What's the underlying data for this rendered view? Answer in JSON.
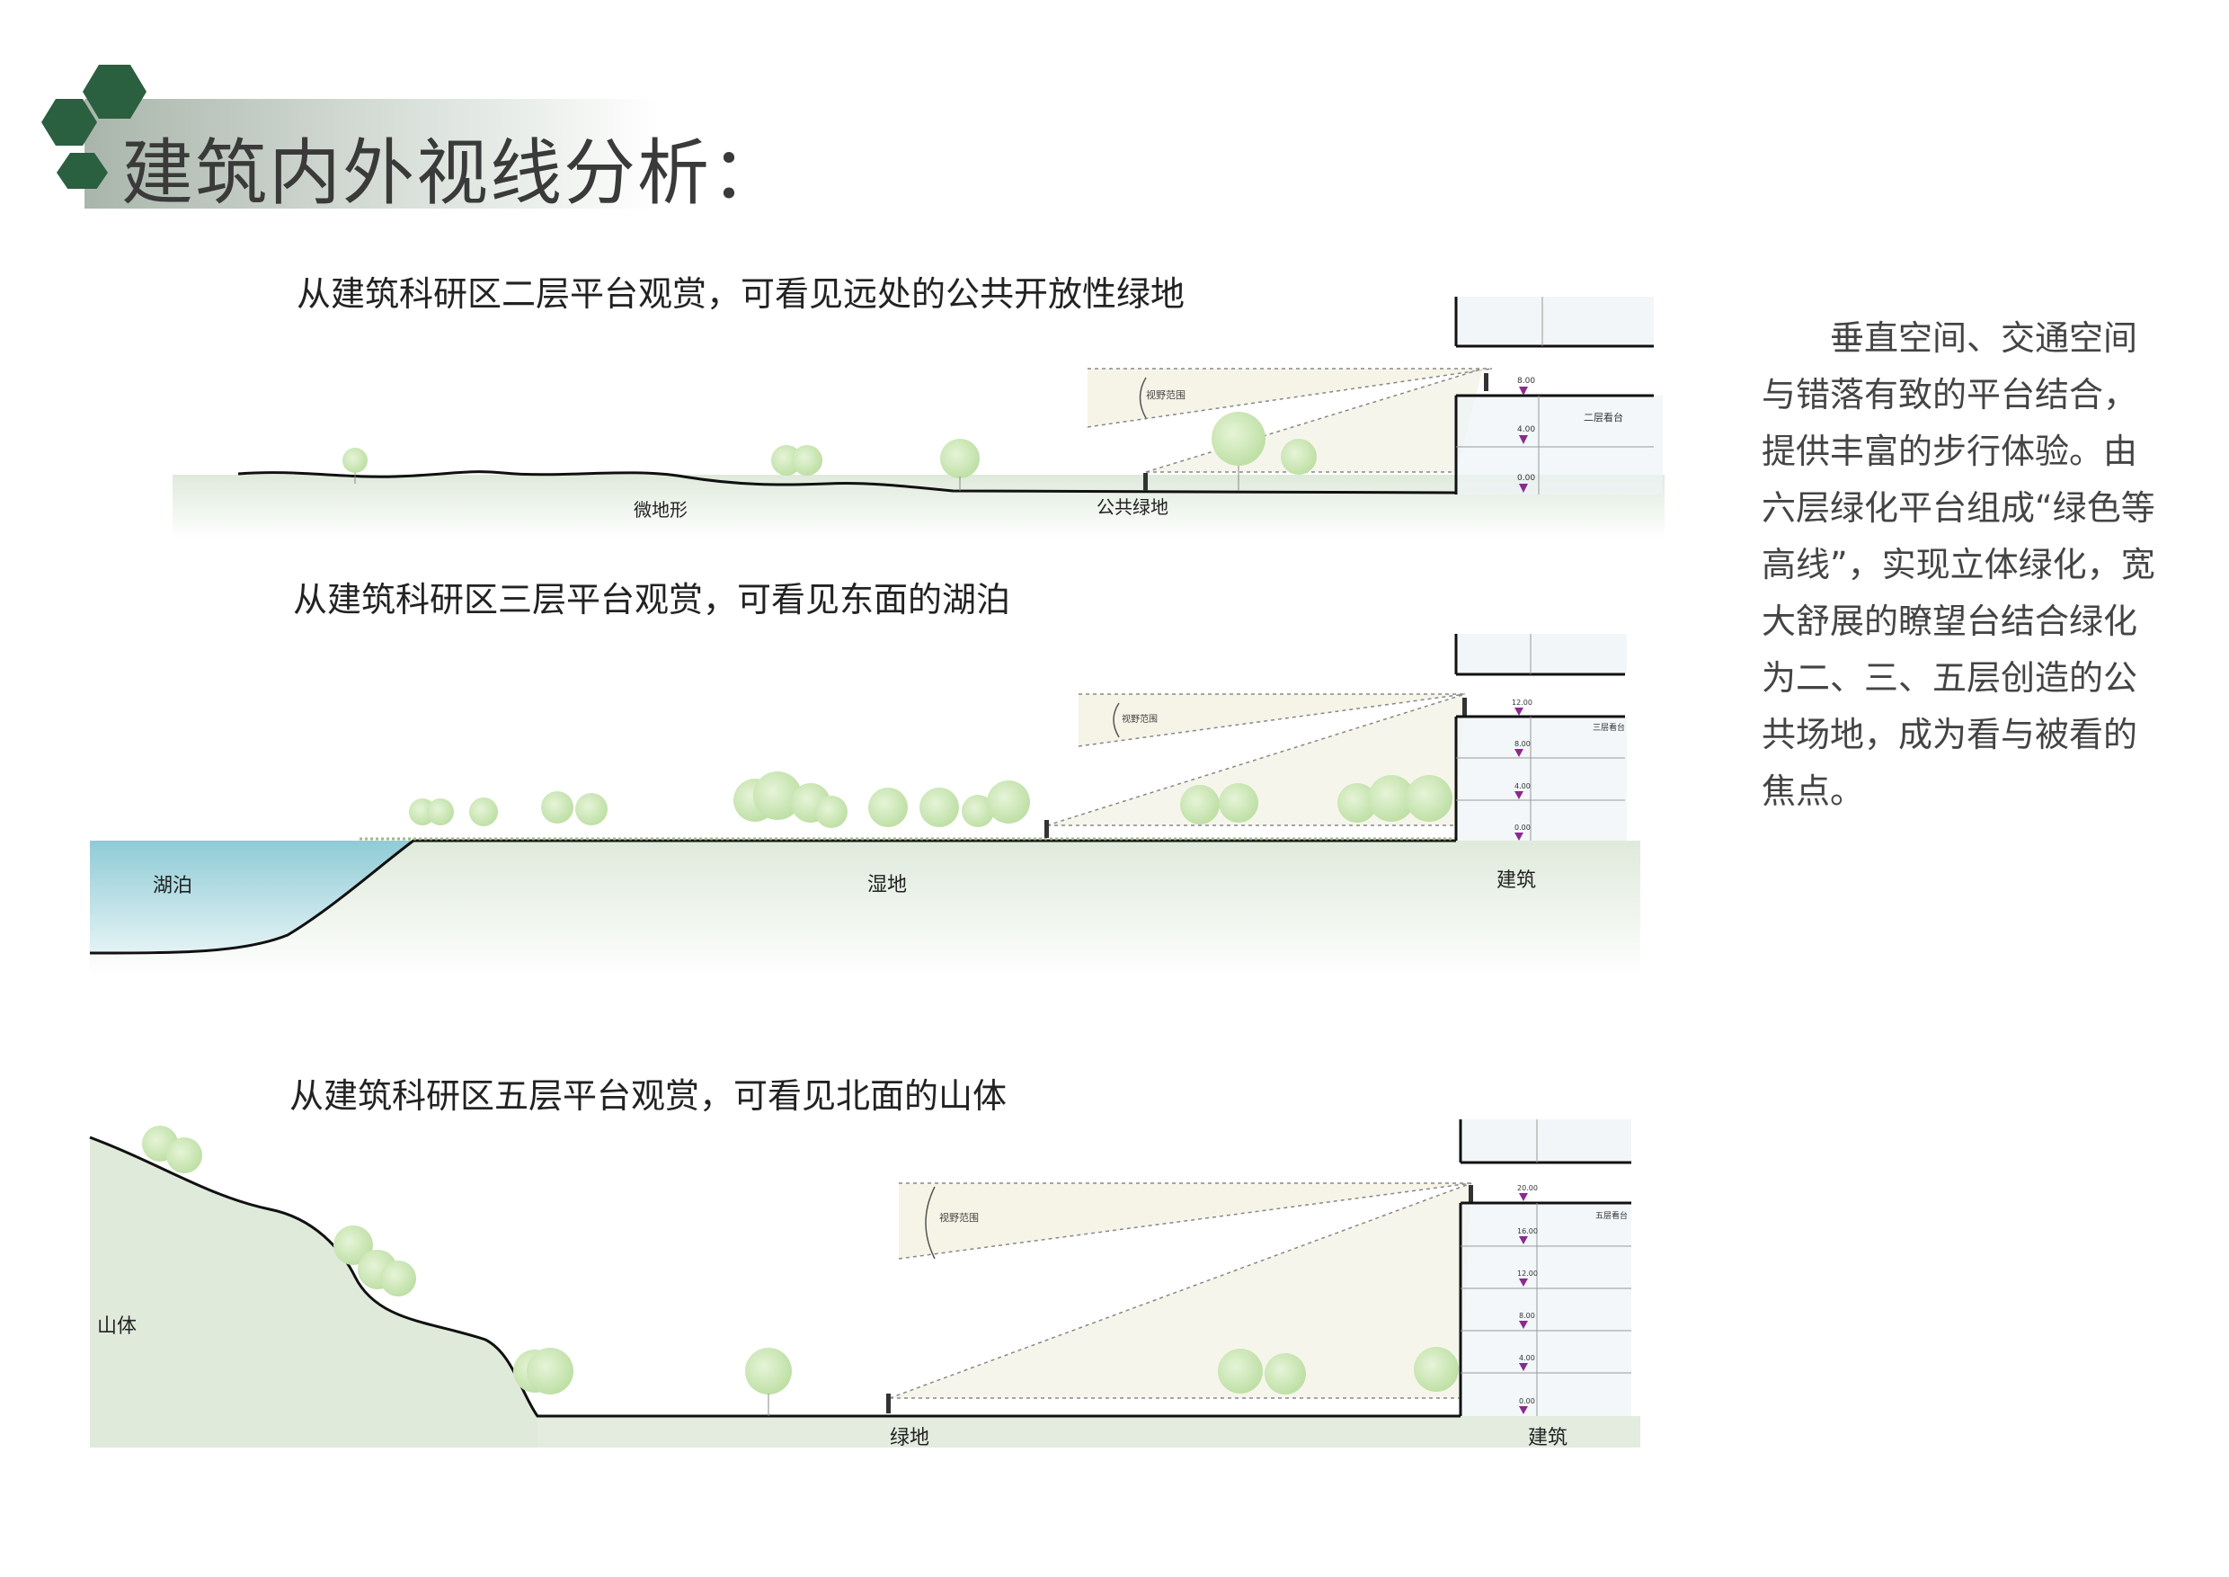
{
  "page": {
    "title": "建筑内外视线分析：",
    "sections": [
      {
        "caption": "从建筑科研区二层平台观赏，可看见远处的公共开放性绿地",
        "labels": [
          "微地形",
          "公共绿地"
        ],
        "view_label": "视野范围",
        "platform_label": "二层看台",
        "elevations": [
          "8.00",
          "4.00",
          "0.00"
        ]
      },
      {
        "caption": "从建筑科研区三层平台观赏，可看见东面的湖泊",
        "labels": [
          "湖泊",
          "湿地",
          "建筑"
        ],
        "view_label": "视野范围",
        "platform_label": "三层看台",
        "elevations": [
          "12.00",
          "8.00",
          "4.00",
          "0.00"
        ]
      },
      {
        "caption": "从建筑科研区五层平台观赏，可看见北面的山体",
        "labels": [
          "山体",
          "绿地",
          "建筑"
        ],
        "view_label": "视野范围",
        "platform_label": "五层看台",
        "elevations": [
          "20.00",
          "16.00",
          "12.00",
          "8.00",
          "4.00",
          "0.00"
        ]
      }
    ],
    "side_text": "垂直空间、交通空间与错落有致的平台结合，提供丰富的步行体验。由六层绿化平台组成“绿色等高线”，实现立体绿化，宽大舒展的瞭望台结合绿化为二、三、五层创造的公共场地，成为看与被看的焦点。",
    "colors": {
      "hex_green": "#2a5f3f",
      "tree": "#cfe8b8",
      "ground": "#e6efe2",
      "lake": "#a8d6df",
      "marker": "#8b2a8e"
    }
  }
}
